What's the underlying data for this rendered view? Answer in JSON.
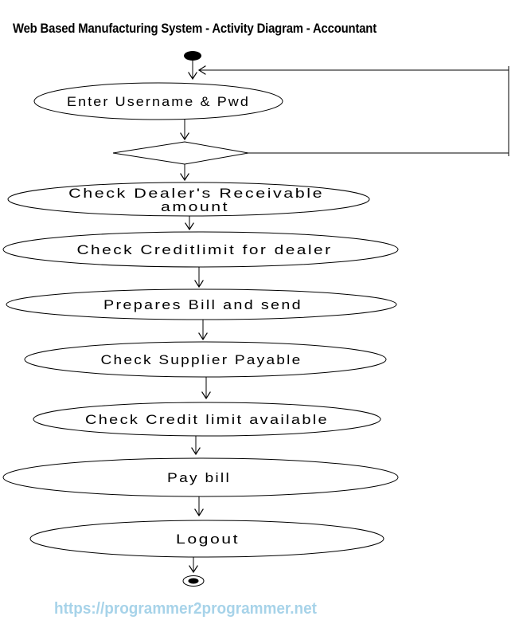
{
  "title": "Web Based Manufacturing System - Activity Diagram - Accountant",
  "diagram": {
    "type": "uml-activity-diagram",
    "activities": [
      {
        "id": "enter-username",
        "label": "Enter Username & Pwd"
      },
      {
        "id": "check-dealers-receivable",
        "line1": "Check Dealer's Receivable",
        "line2": "amount"
      },
      {
        "id": "check-creditlimit-dealer",
        "label": "Check Creditlimit for dealer"
      },
      {
        "id": "prepares-bill",
        "label": "Prepares Bill and send"
      },
      {
        "id": "check-supplier-payable",
        "label": "Check Supplier Payable"
      },
      {
        "id": "check-credit-limit-available",
        "label": "Check Credit limit available"
      },
      {
        "id": "pay-bill",
        "label": "Pay bill"
      },
      {
        "id": "logout",
        "label": "Logout"
      }
    ],
    "decision": {
      "id": "login-valid-decision",
      "label": ""
    },
    "edges": [
      {
        "from": "start",
        "to": "enter-username"
      },
      {
        "from": "enter-username",
        "to": "login-valid-decision"
      },
      {
        "from": "login-valid-decision",
        "to": "enter-username",
        "kind": "loop-back"
      },
      {
        "from": "login-valid-decision",
        "to": "check-dealers-receivable"
      },
      {
        "from": "check-dealers-receivable",
        "to": "check-creditlimit-dealer"
      },
      {
        "from": "check-creditlimit-dealer",
        "to": "prepares-bill"
      },
      {
        "from": "prepares-bill",
        "to": "check-supplier-payable"
      },
      {
        "from": "check-supplier-payable",
        "to": "check-credit-limit-available"
      },
      {
        "from": "check-credit-limit-available",
        "to": "pay-bill"
      },
      {
        "from": "pay-bill",
        "to": "logout"
      },
      {
        "from": "logout",
        "to": "end"
      }
    ],
    "colors": {
      "stroke": "#000000",
      "node_fill": "#ffffff",
      "text": "#000000"
    }
  },
  "footer": {
    "url": "https://programmer2programmer.net",
    "color": "#a7d3e9"
  }
}
